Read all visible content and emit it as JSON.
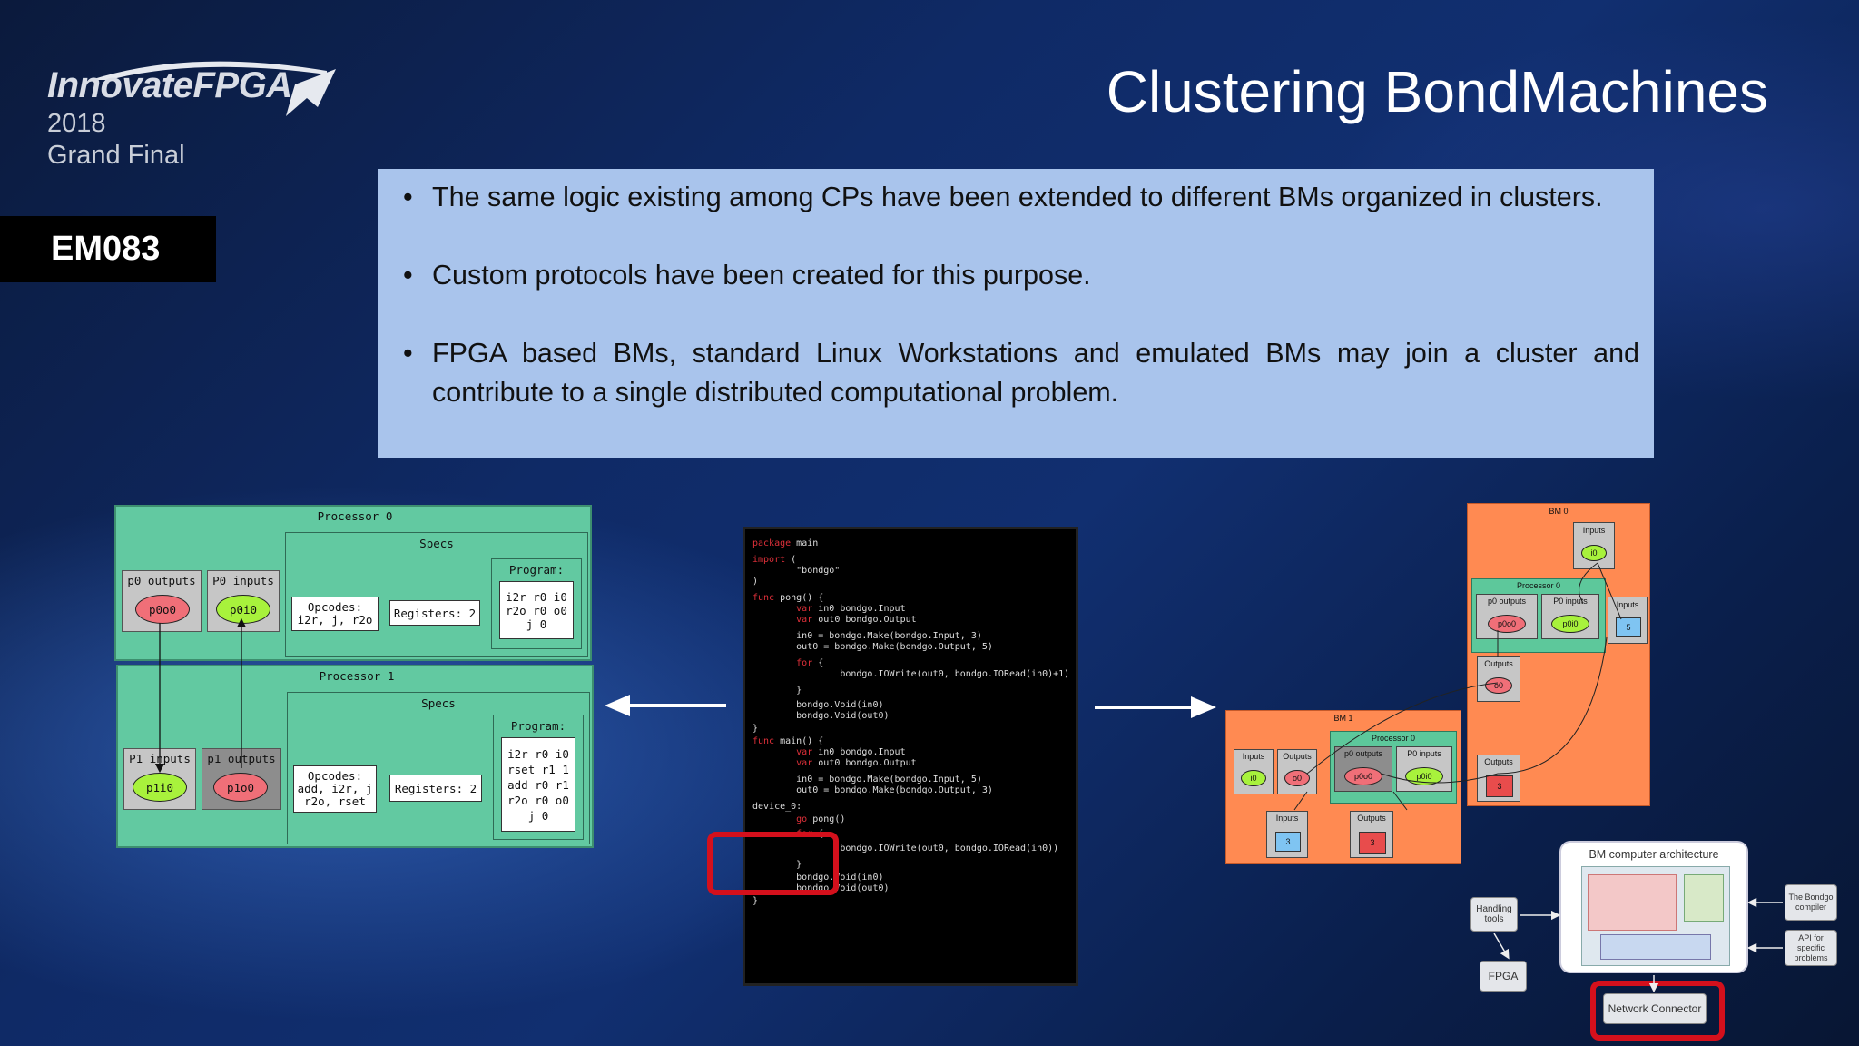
{
  "logo": {
    "wordmark": "InnovateFPGA",
    "year": "2018",
    "subtitle": "Grand Final"
  },
  "badge": {
    "code": "EM083"
  },
  "title": "Clustering BondMachines",
  "bullets": [
    "The same logic existing among CPs have been extended to different BMs organized in clusters.",
    "Custom protocols have been created for this purpose.",
    "FPGA based BMs, standard Linux Workstations and emulated BMs may join a cluster and contribute to a single distributed computational problem."
  ],
  "proc_diagram": {
    "p0": {
      "title": "Processor 0",
      "specs": "Specs",
      "outputs": "p0 outputs",
      "inputs": "P0 inputs",
      "out_node": "p0o0",
      "in_node": "p0i0",
      "opcodes": [
        "Opcodes:",
        "i2r, j, r2o"
      ],
      "registers": "Registers: 2",
      "program_label": "Program:",
      "program": [
        "i2r r0 i0",
        "r2o r0 o0",
        "j 0"
      ]
    },
    "p1": {
      "title": "Processor 1",
      "specs": "Specs",
      "inputs": "P1 inputs",
      "outputs": "p1 outputs",
      "in_node": "p1i0",
      "out_node": "p1o0",
      "opcodes": [
        "Opcodes:",
        "add, i2r, j",
        "r2o, rset"
      ],
      "registers": "Registers: 2",
      "program_label": "Program:",
      "program": [
        "i2r r0 i0",
        "rset r1 1",
        "add r0 r1",
        "r2o r0 o0",
        "j 0"
      ]
    }
  },
  "code_lines": [
    {
      "k": "package",
      "t": " main"
    },
    {
      "k": "import",
      "t": " ("
    },
    {
      "k": "",
      "t": "        \"bondgo\""
    },
    {
      "k": "",
      "t": ")"
    },
    {
      "k": "func",
      "t": " pong() {"
    },
    {
      "k": "        var",
      "t": " in0 bondgo.Input"
    },
    {
      "k": "        var",
      "t": " out0 bondgo.Output"
    },
    {
      "k": "",
      "t": "        in0 = bondgo.Make(bondgo.Input, 3)"
    },
    {
      "k": "",
      "t": "        out0 = bondgo.Make(bondgo.Output, 5)"
    },
    {
      "k": "        for",
      "t": " {"
    },
    {
      "k": "",
      "t": "                bondgo.IOWrite(out0, bondgo.IORead(in0)+1)"
    },
    {
      "k": "",
      "t": "        }"
    },
    {
      "k": "",
      "t": "        bondgo.Void(in0)"
    },
    {
      "k": "",
      "t": "        bondgo.Void(out0)"
    },
    {
      "k": "",
      "t": "}"
    },
    {
      "k": "func",
      "t": " main() {"
    },
    {
      "k": "        var",
      "t": " in0 bondgo.Input"
    },
    {
      "k": "        var",
      "t": " out0 bondgo.Output"
    },
    {
      "k": "",
      "t": "        in0 = bondgo.Make(bondgo.Input, 5)"
    },
    {
      "k": "",
      "t": "        out0 = bondgo.Make(bondgo.Output, 3)"
    },
    {
      "k": "",
      "t": "device_0:"
    },
    {
      "k": "        go",
      "t": " pong()"
    },
    {
      "k": "        for",
      "t": " {"
    },
    {
      "k": "",
      "t": "                bondgo.IOWrite(out0, bondgo.IORead(in0))"
    },
    {
      "k": "",
      "t": "        }"
    },
    {
      "k": "",
      "t": "        bondgo.Void(in0)"
    },
    {
      "k": "",
      "t": "        bondgo.Void(out0)"
    },
    {
      "k": "",
      "t": "}"
    }
  ],
  "bm_diagram": {
    "bm0": {
      "title": "BM 0",
      "inputs": "Inputs",
      "in_node": "i0",
      "proc": "Processor 0",
      "p_outputs": "p0 outputs",
      "p_inputs": "P0 inputs",
      "p_out": "p0o0",
      "p_in": "p0i0",
      "inputs2": "Inputs",
      "in_val": "5",
      "outputs": "Outputs",
      "out_node": "o0",
      "outputs2": "Outputs",
      "out_val": "3"
    },
    "bm1": {
      "title": "BM 1",
      "inputs": "Inputs",
      "in_node": "i0",
      "outputs": "Outputs",
      "out_node": "o0",
      "proc": "Processor 0",
      "p_outputs": "p0 outputs",
      "p_inputs": "P0 inputs",
      "p_out": "p0o0",
      "p_in": "p0i0",
      "inputs2": "Inputs",
      "in_val": "3",
      "outputs2": "Outputs",
      "out_val": "3"
    }
  },
  "arch": {
    "title": "BM computer architecture",
    "handling_tools": "Handling tools",
    "fpga": "FPGA",
    "compiler": "The Bondgo compiler",
    "api": "API for specific problems",
    "network": "Network Connector"
  },
  "colors": {
    "bullet_bg": "#a9c4ec",
    "processor_green": "#62c9a1",
    "bm_orange": "#ff8a52",
    "highlight_red": "#d4101c"
  }
}
